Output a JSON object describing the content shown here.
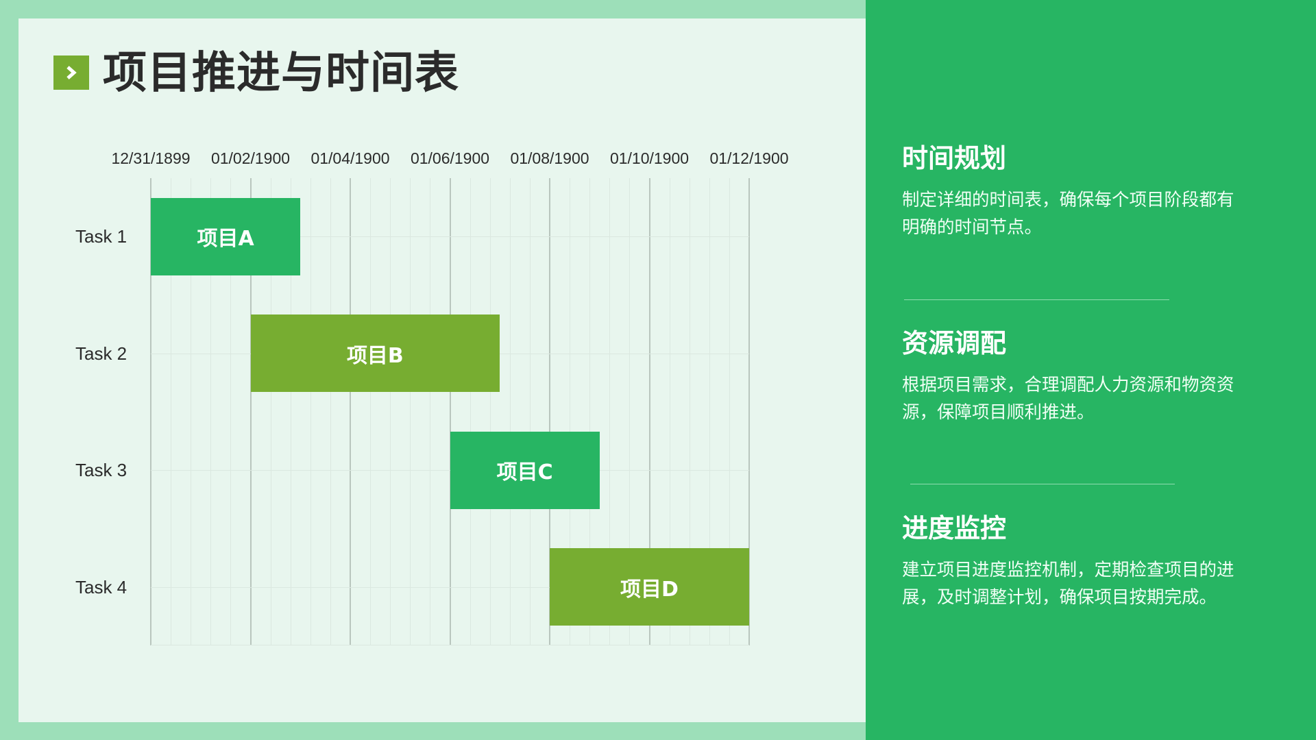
{
  "title": "项目推进与时间表",
  "title_icon": "chevron-right-icon",
  "colors": {
    "border": "#9ddfb9",
    "panel_bg": "#e8f6ee",
    "side_bg": "#27b563",
    "bar_green": "#27b563",
    "bar_olive": "#77ad31",
    "title_text": "#2b2b2b"
  },
  "chart_data": {
    "type": "bar",
    "subtype": "gantt",
    "title": "",
    "xlabel": "",
    "ylabel": "",
    "xlim": [
      0,
      12
    ],
    "x_ticks": [
      "12/31/1899",
      "01/02/1900",
      "01/04/1900",
      "01/06/1900",
      "01/08/1900",
      "01/10/1900",
      "01/12/1900"
    ],
    "x_tick_values": [
      0,
      2,
      4,
      6,
      8,
      10,
      12
    ],
    "categories": [
      "Task 1",
      "Task 2",
      "Task 3",
      "Task 4"
    ],
    "series": [
      {
        "name": "项目A",
        "task": "Task 1",
        "start": 0,
        "end": 3,
        "color": "#27b563"
      },
      {
        "name": "项目B",
        "task": "Task 2",
        "start": 2,
        "end": 7,
        "color": "#77ad31"
      },
      {
        "name": "项目C",
        "task": "Task 3",
        "start": 6,
        "end": 9,
        "color": "#27b563"
      },
      {
        "name": "项目D",
        "task": "Task 4",
        "start": 8,
        "end": 12,
        "color": "#77ad31"
      }
    ],
    "grid": {
      "major_x": true,
      "minor_x_per_major": 5,
      "horizontal": true
    },
    "legend": "none"
  },
  "cards": [
    {
      "heading": "时间规划",
      "body": "制定详细的时间表，确保每个项目阶段都有明确的时间节点。"
    },
    {
      "heading": "资源调配",
      "body": "根据项目需求，合理调配人力资源和物资资源，保障项目顺利推进。"
    },
    {
      "heading": "进度监控",
      "body": "建立项目进度监控机制，定期检查项目的进展，及时调整计划，确保项目按期完成。"
    }
  ]
}
